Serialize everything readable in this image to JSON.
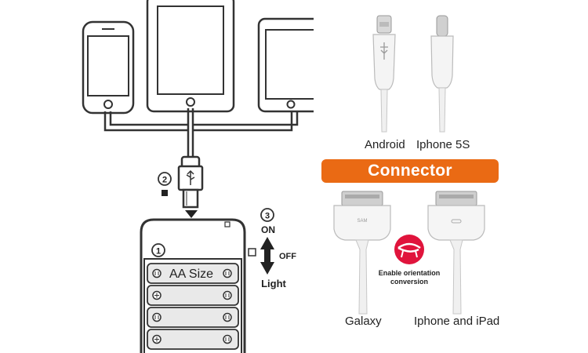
{
  "connectors": {
    "android_label": "Android",
    "iphone5s_label": "Iphone 5S",
    "banner_label": "Connector",
    "galaxy_label": "Galaxy",
    "iphone_ipad_label": "Iphone and iPad",
    "orientation_note_line1": "Enable orientation",
    "orientation_note_line2": "conversion",
    "connector_mark_left": "SAM",
    "colors": {
      "banner": "#ea6a14",
      "orientation_badge": "#e0143c"
    }
  },
  "steps": {
    "step1": "1",
    "step2": "2",
    "step3": "3",
    "on_label": "ON",
    "off_label": "OFF",
    "light_label": "Light",
    "battery_label": "AA Size"
  }
}
